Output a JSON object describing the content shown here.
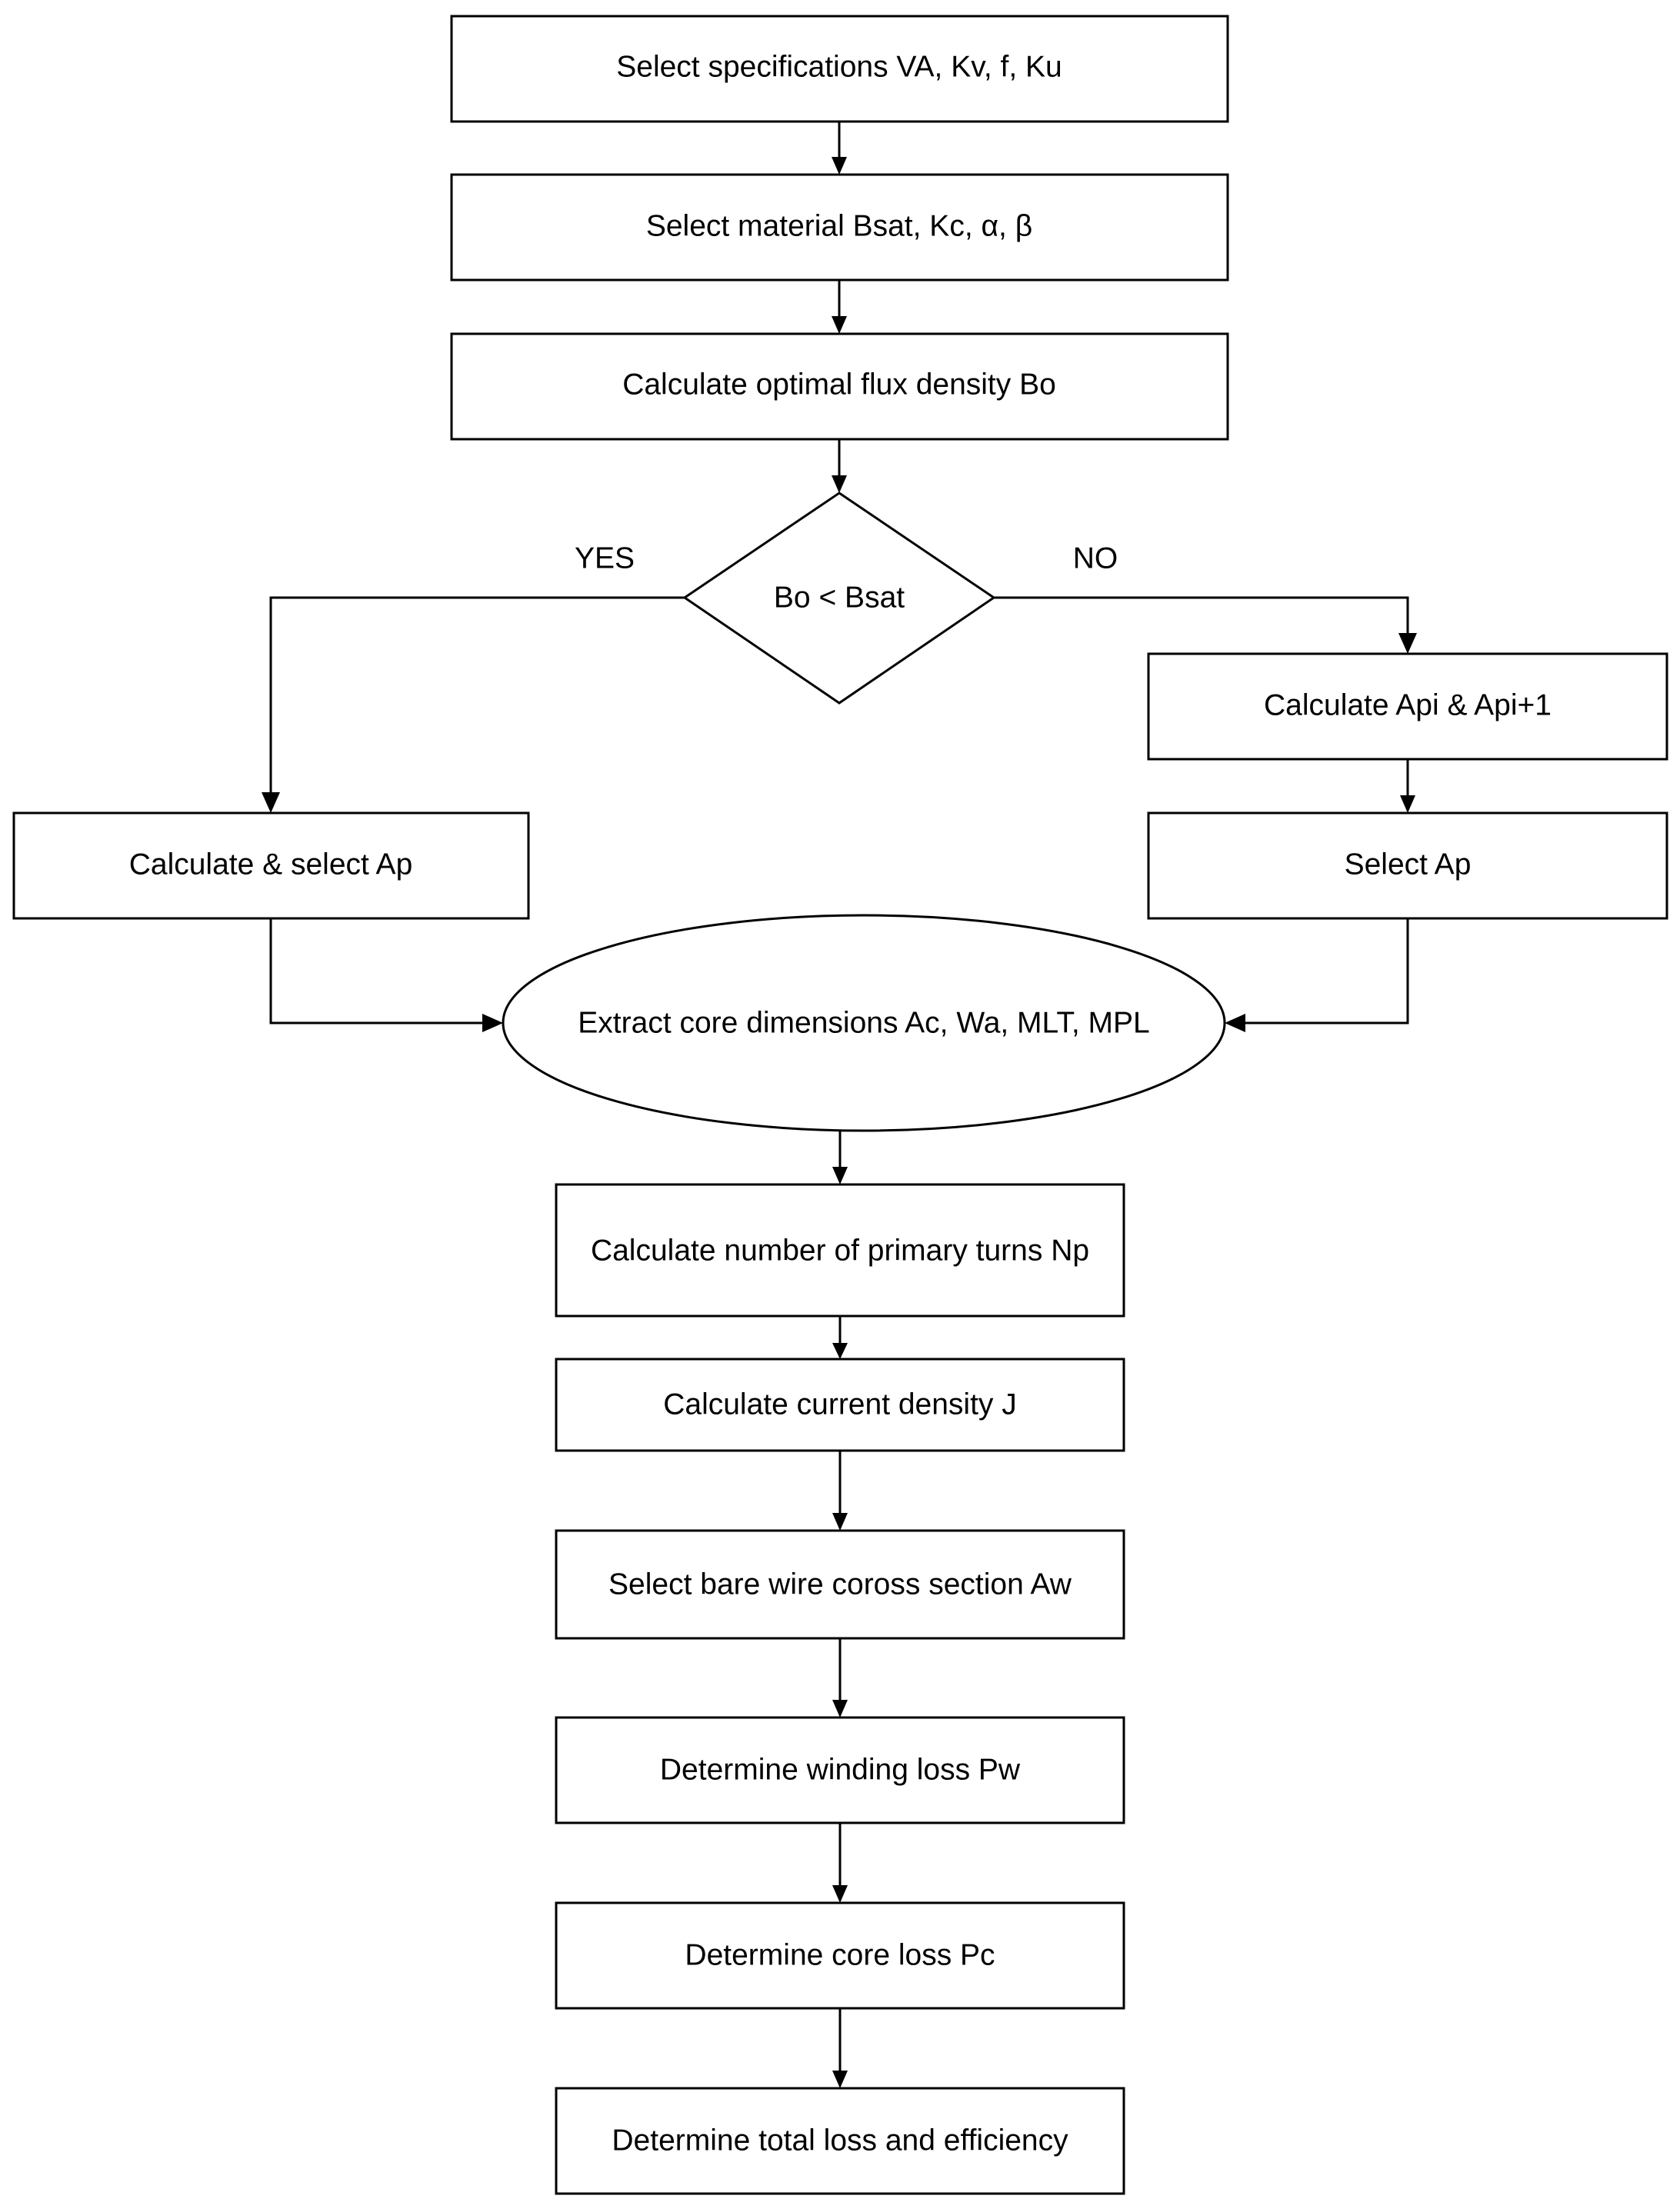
{
  "flowchart": {
    "steps": {
      "select_specifications": "Select specifications  VA, Kv, f, Ku",
      "select_material": "Select material Bsat, Kc, α, β",
      "calc_optimal_flux": "Calculate optimal flux density Bo",
      "decision": "Bo < Bsat",
      "calc_select_ap": "Calculate & select Ap",
      "calc_api": "Calculate Api & Api+1",
      "select_ap": "Select Ap",
      "extract_core": "Extract core dimensions  Ac, Wa, MLT, MPL",
      "calc_primary_turns": "Calculate number of primary turns Np",
      "calc_current_density": "Calculate current density J",
      "select_wire": "Select bare wire coross section Aw",
      "winding_loss": "Determine winding loss Pw",
      "core_loss": "Determine core loss Pc",
      "total_loss": "Determine total loss and efficiency"
    },
    "branches": {
      "yes": "YES",
      "no": "NO"
    }
  }
}
